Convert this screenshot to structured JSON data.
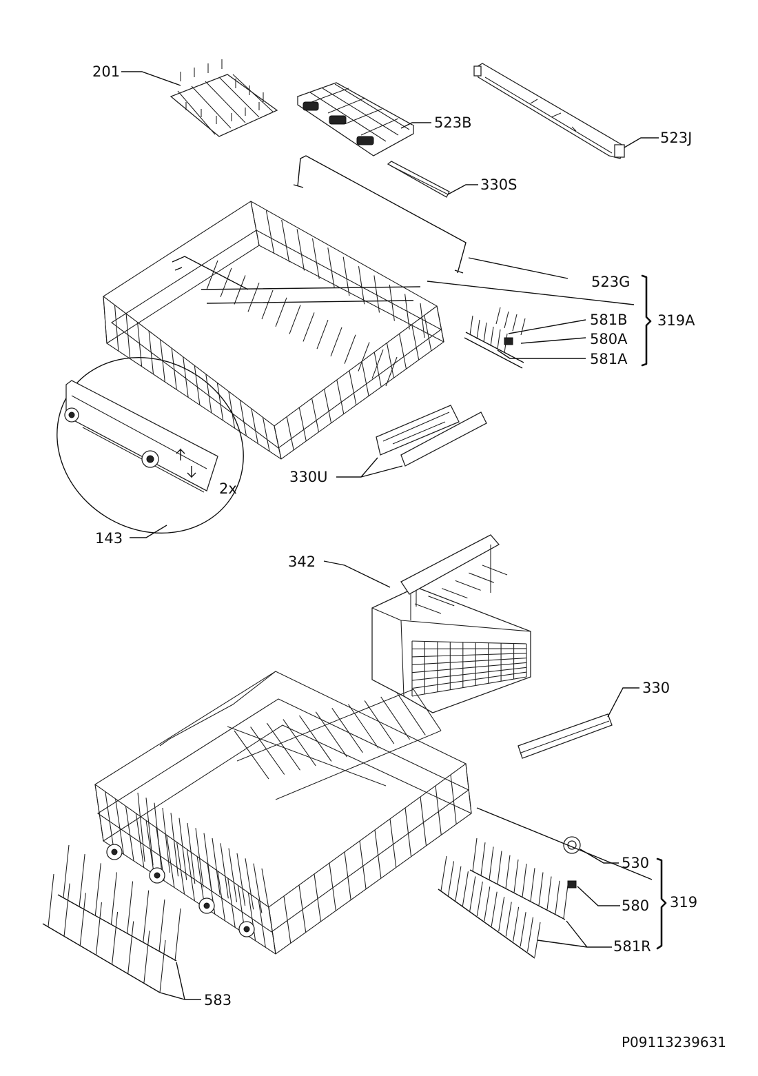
{
  "diagram": {
    "labels": {
      "p201": "201",
      "p523B": "523B",
      "p523J": "523J",
      "p330S": "330S",
      "p523G": "523G",
      "p319A": "319A",
      "p581B": "581B",
      "p580A": "580A",
      "p581A": "581A",
      "p330U": "330U",
      "p2x": "2x",
      "p143": "143",
      "p342": "342",
      "p330": "330",
      "p530": "530",
      "p319": "319",
      "p580": "580",
      "p581R": "581R",
      "p583": "583"
    },
    "document_code": "P09113239631"
  }
}
